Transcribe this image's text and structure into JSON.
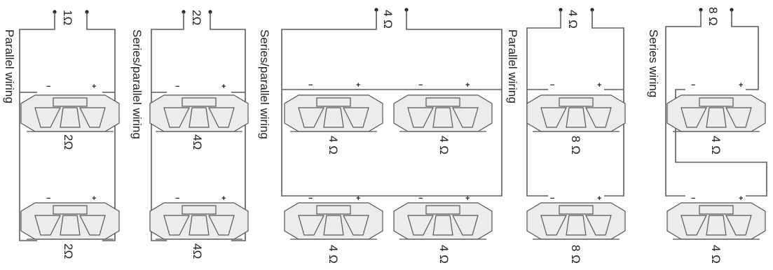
{
  "panels": [
    {
      "id": "parallel-1ohm",
      "input_impedance": "1Ω",
      "wiring_label": "Parallel wiring",
      "speakers": [
        "2Ω",
        "2Ω"
      ]
    },
    {
      "id": "series-parallel-2ohm",
      "input_impedance": "2Ω",
      "wiring_label": "Series/parallel wiring",
      "speakers": [
        "4Ω",
        "4Ω"
      ]
    },
    {
      "id": "series-parallel-4ohm",
      "input_impedance": "4 Ω",
      "wiring_label": "Series/parallel wiring",
      "speakers": [
        "4 Ω",
        "4 Ω",
        "4 Ω",
        "4 Ω"
      ]
    },
    {
      "id": "parallel-4ohm",
      "input_impedance": "4 Ω",
      "wiring_label": "Parallel wiring",
      "speakers": [
        "8 Ω",
        "8 Ω"
      ]
    },
    {
      "id": "series-8ohm",
      "input_impedance": "8 Ω",
      "wiring_label": "Series wiring",
      "speakers": [
        "4 Ω",
        "4 Ω"
      ]
    }
  ],
  "polarity": {
    "minus": "−",
    "plus": "+"
  }
}
